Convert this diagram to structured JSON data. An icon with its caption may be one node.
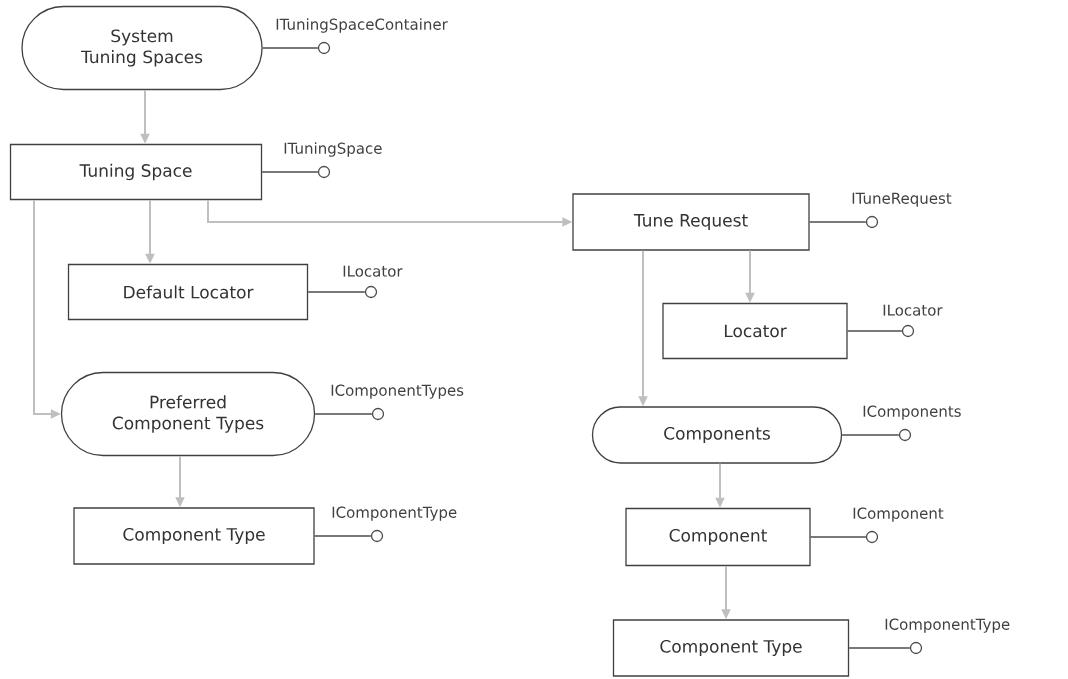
{
  "diagram": {
    "nodes": [
      {
        "text": [
          "System Tuning Spaces"
        ]
      },
      {
        "text": [
          "Tuning Space"
        ]
      },
      {
        "text": [
          "Default Locator"
        ]
      },
      {
        "text": [
          "Preferred Component Types"
        ]
      },
      {
        "text": [
          "Component Type"
        ]
      },
      {
        "text": [
          "Tune Request"
        ]
      },
      {
        "text": [
          "Locator"
        ]
      },
      {
        "text": [
          "Components"
        ]
      },
      {
        "text": [
          "Component"
        ]
      },
      {
        "text": [
          "Component Type"
        ]
      },
      {
        "text": [],
        "shape": "circle",
        "beside": [
          "ITuningSpaceContainer"
        ]
      },
      {
        "text": [],
        "shape": "circle",
        "beside": [
          "ITuningSpace"
        ]
      },
      {
        "text": [],
        "shape": "circle",
        "beside": [
          "ILocator"
        ]
      },
      {
        "text": [],
        "shape": "circle",
        "beside": [
          "IComponentTypes"
        ]
      },
      {
        "text": [],
        "shape": "circle",
        "beside": [
          "IComponentType"
        ]
      },
      {
        "text": [],
        "shape": "circle",
        "beside": [
          "ITuneRequest"
        ]
      },
      {
        "text": [],
        "shape": "circle",
        "beside": [
          "ILocator"
        ]
      },
      {
        "text": [],
        "shape": "circle",
        "beside": [
          "IComponents"
        ]
      },
      {
        "text": [],
        "shape": "circle",
        "beside": [
          "IComponent"
        ]
      },
      {
        "text": [],
        "shape": "circle",
        "beside": [
          "IComponentType"
        ]
      }
    ],
    "edges": [
      {
        "from": 0,
        "to": 1,
        "arrow": "to",
        "color": "#bfbfbf"
      },
      {
        "from": 1,
        "to": 2,
        "arrow": "to",
        "color": "#bfbfbf"
      },
      {
        "from": 1,
        "to": 3,
        "arrow": "to",
        "color": "#bfbfbf"
      },
      {
        "from": 1,
        "to": 5,
        "arrow": "to",
        "color": "#bfbfbf"
      },
      {
        "from": 3,
        "to": 4,
        "arrow": "to",
        "color": "#bfbfbf"
      },
      {
        "from": 5,
        "to": 6,
        "arrow": "to",
        "color": "#bfbfbf"
      },
      {
        "from": 5,
        "to": 7,
        "arrow": "to",
        "color": "#bfbfbf"
      },
      {
        "from": 7,
        "to": 8,
        "arrow": "to",
        "color": "#bfbfbf"
      },
      {
        "from": 8,
        "to": 9,
        "arrow": "to",
        "color": "#bfbfbf"
      },
      {
        "from": 0,
        "to": 10,
        "arrow": "none"
      },
      {
        "from": 1,
        "to": 11,
        "arrow": "none"
      },
      {
        "from": 2,
        "to": 12,
        "arrow": "none"
      },
      {
        "from": 3,
        "to": 13,
        "arrow": "none"
      },
      {
        "from": 4,
        "to": 14,
        "arrow": "none"
      },
      {
        "from": 5,
        "to": 15,
        "arrow": "none"
      },
      {
        "from": 6,
        "to": 16,
        "arrow": "none"
      },
      {
        "from": 7,
        "to": 17,
        "arrow": "none"
      },
      {
        "from": 8,
        "to": 18,
        "arrow": "none"
      },
      {
        "from": 9,
        "to": 19,
        "arrow": "none"
      }
    ]
  }
}
